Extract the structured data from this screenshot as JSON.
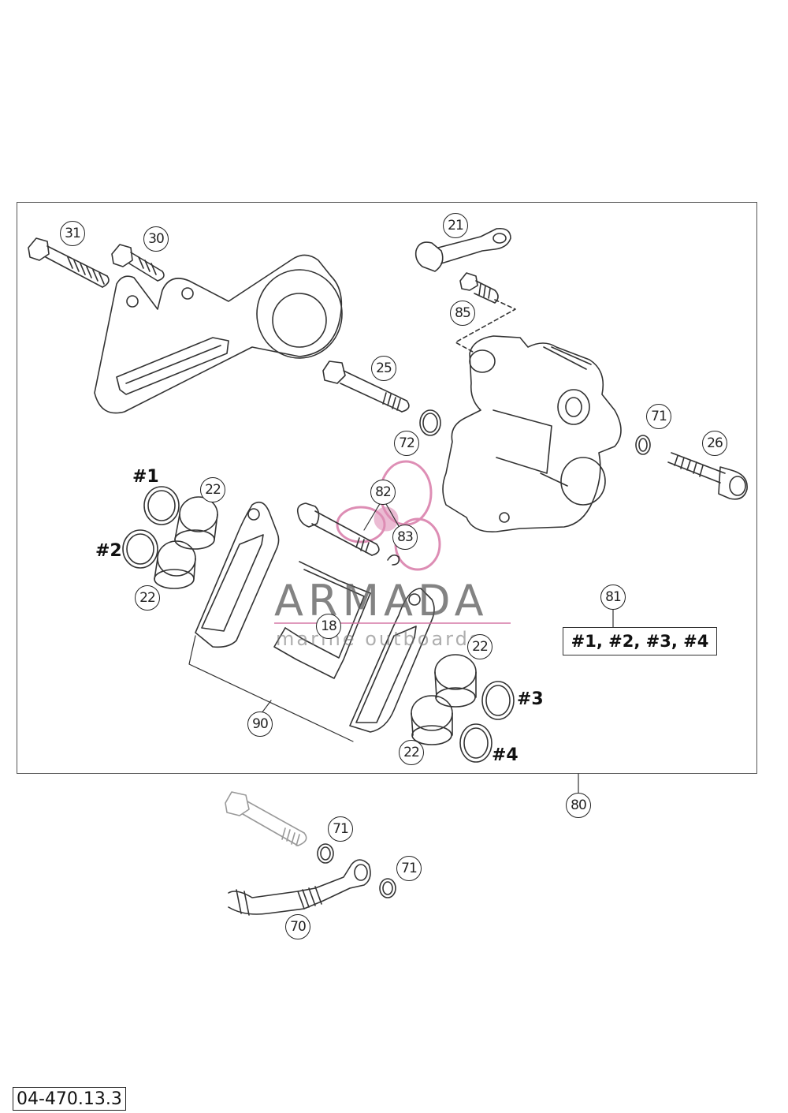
{
  "callouts": {
    "c31": "31",
    "c30": "30",
    "c21": "21",
    "c85": "85",
    "c25": "25",
    "c72": "72",
    "c71a": "71",
    "c26": "26",
    "c82": "82",
    "c83": "83",
    "c22a": "22",
    "c22b": "22",
    "c22c": "22",
    "c22d": "22",
    "c18": "18",
    "c90": "90",
    "c81": "81",
    "c80": "80",
    "c71b": "71",
    "c71c": "71",
    "c70": "70"
  },
  "piston_sets": {
    "h1": "#1",
    "h2": "#2",
    "h3": "#3",
    "h4": "#4"
  },
  "set_label": "#1, #2, #3, #4",
  "drawing_code": "04-470.13.3",
  "watermark": {
    "title": "ARMADA",
    "subtitle": "marine outboards",
    "color": "#d87aa8"
  },
  "line_color": "#333333"
}
